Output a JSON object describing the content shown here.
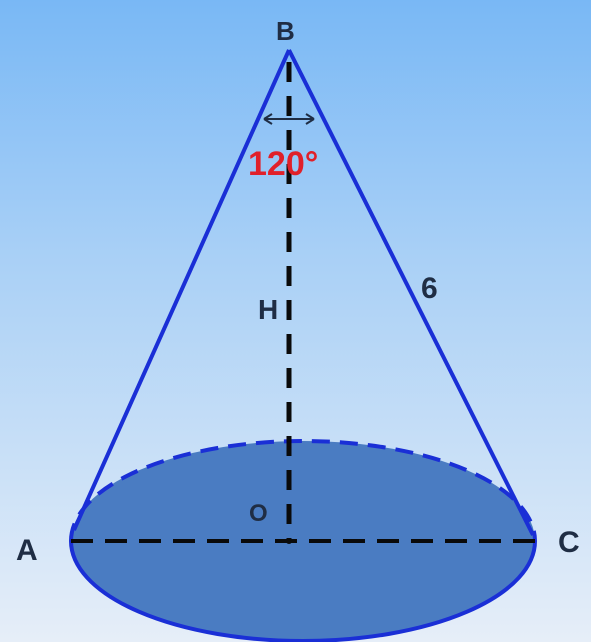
{
  "labels": {
    "apex": "B",
    "left_point": "A",
    "right_point": "C",
    "center": "O",
    "height": "H",
    "slant_length": "6",
    "apex_angle": "120°"
  },
  "colors": {
    "outline": "#1a2fd6",
    "base_fill": "#4a7cc2",
    "angle_text": "#e0202a",
    "label_text": "#1f2d44",
    "dashed_line": "#0a0a0a"
  }
}
